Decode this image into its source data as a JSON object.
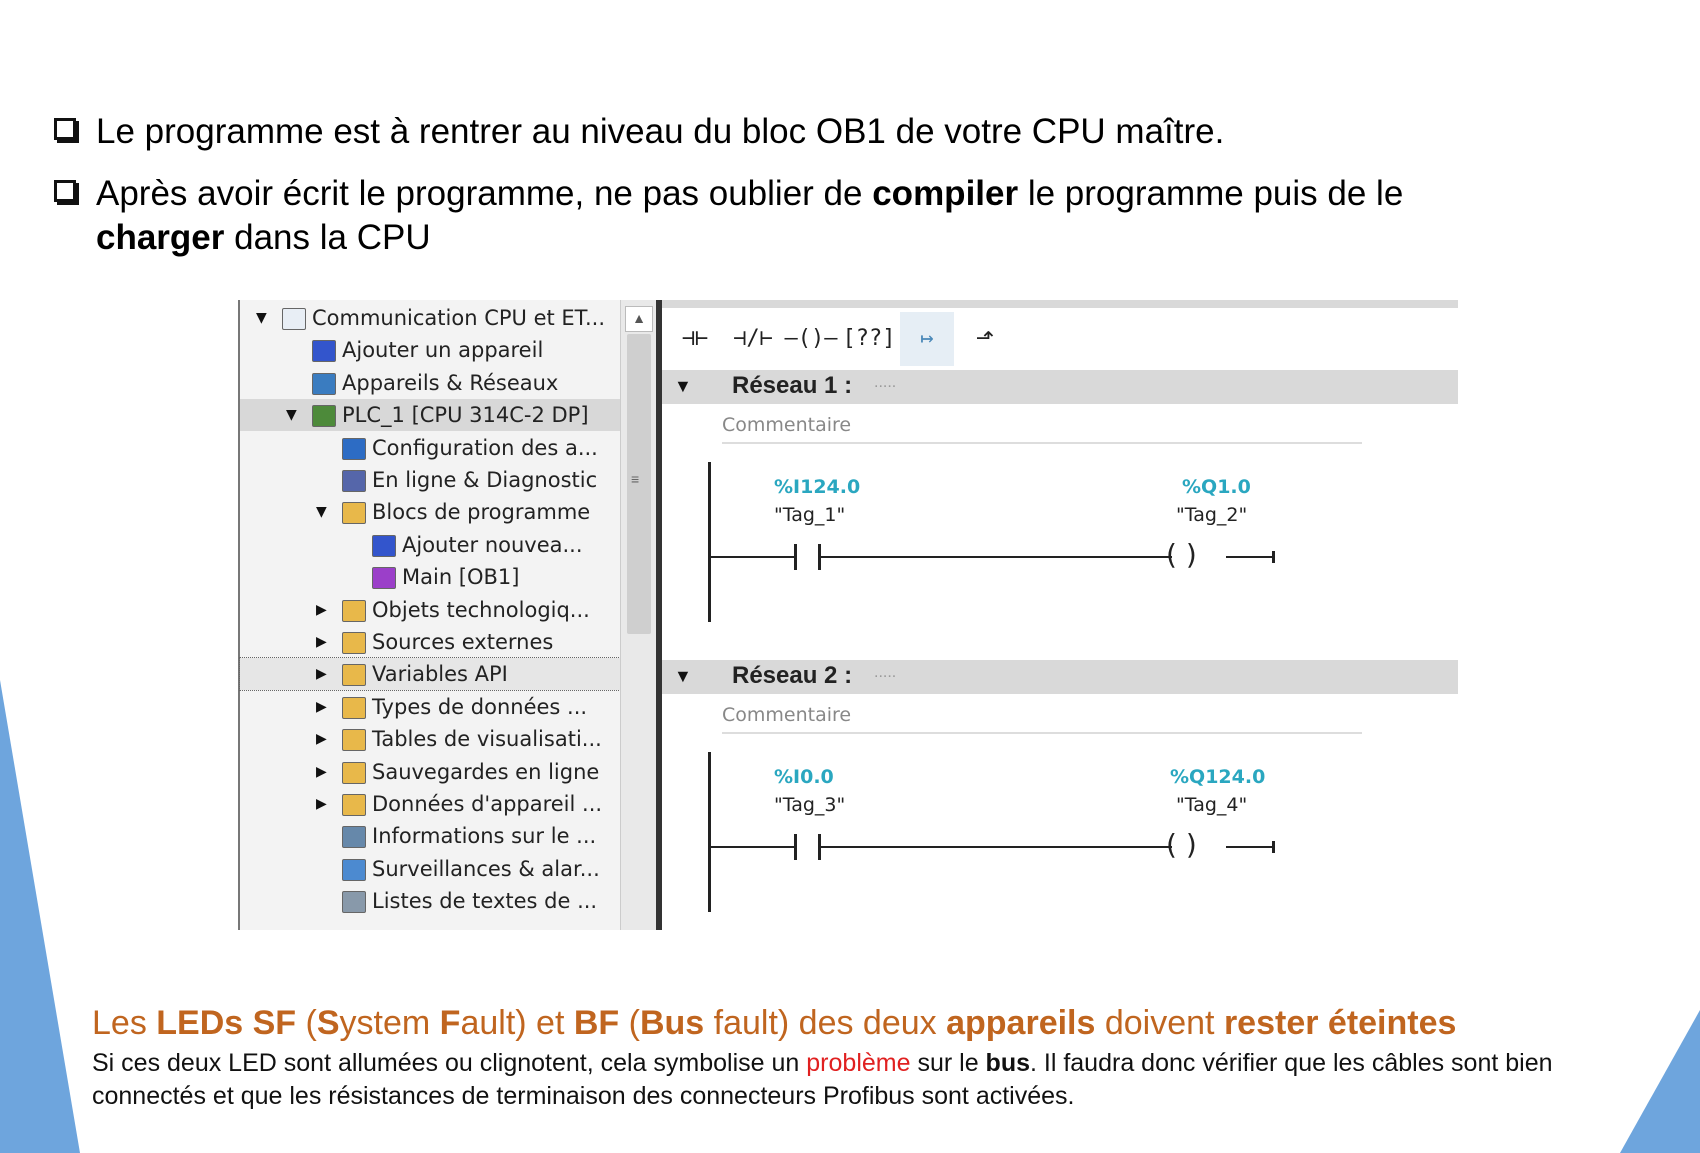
{
  "bullets": [
    {
      "parts": [
        {
          "text": "Le programme est à rentrer au niveau du bloc OB1 de votre CPU maître.",
          "bold": false
        }
      ]
    },
    {
      "parts": [
        {
          "text": "Après avoir écrit le programme, ne pas oublier de ",
          "bold": false
        },
        {
          "text": "compiler",
          "bold": true
        },
        {
          "text": " le programme puis de le ",
          "bold": false
        },
        {
          "text": "charger",
          "bold": true
        },
        {
          "text": " dans la CPU",
          "bold": false
        }
      ]
    }
  ],
  "tree": [
    {
      "label": "Communication CPU et ET...",
      "level": 0,
      "twisty": "open",
      "icon": "project-icon",
      "state": ""
    },
    {
      "label": "Ajouter un appareil",
      "level": 1,
      "twisty": "",
      "icon": "add-device-icon",
      "state": ""
    },
    {
      "label": "Appareils & Réseaux",
      "level": 1,
      "twisty": "",
      "icon": "network-icon",
      "state": ""
    },
    {
      "label": "PLC_1 [CPU 314C-2 DP]",
      "level": 1,
      "twisty": "open",
      "icon": "plc-icon",
      "state": "selected"
    },
    {
      "label": "Configuration des a...",
      "level": 2,
      "twisty": "",
      "icon": "config-icon",
      "state": ""
    },
    {
      "label": "En ligne & Diagnostic",
      "level": 2,
      "twisty": "",
      "icon": "diagnostic-icon",
      "state": ""
    },
    {
      "label": "Blocs de programme",
      "level": 2,
      "twisty": "open",
      "icon": "folder-icon",
      "state": ""
    },
    {
      "label": "Ajouter nouvea...",
      "level": 3,
      "twisty": "",
      "icon": "add-block-icon",
      "state": ""
    },
    {
      "label": "Main [OB1]",
      "level": 3,
      "twisty": "",
      "icon": "ob-block-icon",
      "state": ""
    },
    {
      "label": "Objets technologiq...",
      "level": 2,
      "twisty": "closed",
      "icon": "folder-icon",
      "state": ""
    },
    {
      "label": "Sources externes",
      "level": 2,
      "twisty": "closed",
      "icon": "folder-icon",
      "state": ""
    },
    {
      "label": "Variables API",
      "level": 2,
      "twisty": "closed",
      "icon": "folder-icon",
      "state": "focused"
    },
    {
      "label": "Types de données ...",
      "level": 2,
      "twisty": "closed",
      "icon": "folder-icon",
      "state": ""
    },
    {
      "label": "Tables de visualisati...",
      "level": 2,
      "twisty": "closed",
      "icon": "folder-icon",
      "state": ""
    },
    {
      "label": "Sauvegardes en ligne",
      "level": 2,
      "twisty": "closed",
      "icon": "folder-icon",
      "state": ""
    },
    {
      "label": "Données d'appareil ...",
      "level": 2,
      "twisty": "closed",
      "icon": "folder-icon",
      "state": ""
    },
    {
      "label": "Informations sur le ...",
      "level": 2,
      "twisty": "",
      "icon": "info-icon",
      "state": ""
    },
    {
      "label": "Surveillances & alar...",
      "level": 2,
      "twisty": "",
      "icon": "alarm-icon",
      "state": ""
    },
    {
      "label": "Listes de textes de ...",
      "level": 2,
      "twisty": "",
      "icon": "text-list-icon",
      "state": ""
    }
  ],
  "toolbar": [
    {
      "glyph": "⊣⊢",
      "name": "no-contact-button"
    },
    {
      "glyph": "⊣/⊢",
      "name": "nc-contact-button"
    },
    {
      "glyph": "–()–",
      "name": "coil-button"
    },
    {
      "glyph": "[??]",
      "name": "empty-box-button"
    },
    {
      "glyph": "↦",
      "name": "open-branch-button"
    },
    {
      "glyph": "⬏",
      "name": "close-branch-button"
    }
  ],
  "networks": [
    {
      "title": "Réseau 1 :",
      "dots": ".....",
      "comment": "Commentaire",
      "contact": {
        "addr": "%I124.0",
        "name": "\"Tag_1\""
      },
      "coil": {
        "addr": "%Q1.0",
        "name": "\"Tag_2\""
      }
    },
    {
      "title": "Réseau 2 :",
      "dots": ".....",
      "comment": "Commentaire",
      "contact": {
        "addr": "%I0.0",
        "name": "\"Tag_3\""
      },
      "coil": {
        "addr": "%Q124.0",
        "name": "\"Tag_4\""
      }
    }
  ],
  "bottom": {
    "headline": [
      {
        "text": "Les ",
        "bold": false
      },
      {
        "text": "LEDs SF",
        "bold": true
      },
      {
        "text": " (",
        "bold": false
      },
      {
        "text": "S",
        "bold": true
      },
      {
        "text": "ystem ",
        "bold": false
      },
      {
        "text": "F",
        "bold": true
      },
      {
        "text": "ault) et ",
        "bold": false
      },
      {
        "text": "BF",
        "bold": true
      },
      {
        "text": " (",
        "bold": false
      },
      {
        "text": "Bus",
        "bold": true
      },
      {
        "text": " fault) des deux ",
        "bold": false
      },
      {
        "text": "appareils",
        "bold": true
      },
      {
        "text": " doivent ",
        "bold": false
      },
      {
        "text": "rester éteintes",
        "bold": true
      }
    ],
    "body": [
      {
        "text": "Si ces deux LED sont allumées ou clignotent, cela symbolise un ",
        "style": ""
      },
      {
        "text": "problème",
        "style": "red"
      },
      {
        "text": " sur le ",
        "style": ""
      },
      {
        "text": "bus",
        "style": "bold"
      },
      {
        "text": ". Il faudra donc vérifier que les câbles sont bien connectés et que les résistances de terminaison des connecteurs Profibus sont activées.",
        "style": ""
      }
    ]
  },
  "colors": {
    "accent_orange": "#c0651f",
    "tag_addr": "#2aa7c0",
    "deco_blue": "#6ea5dd",
    "alert_red": "#e02020"
  }
}
